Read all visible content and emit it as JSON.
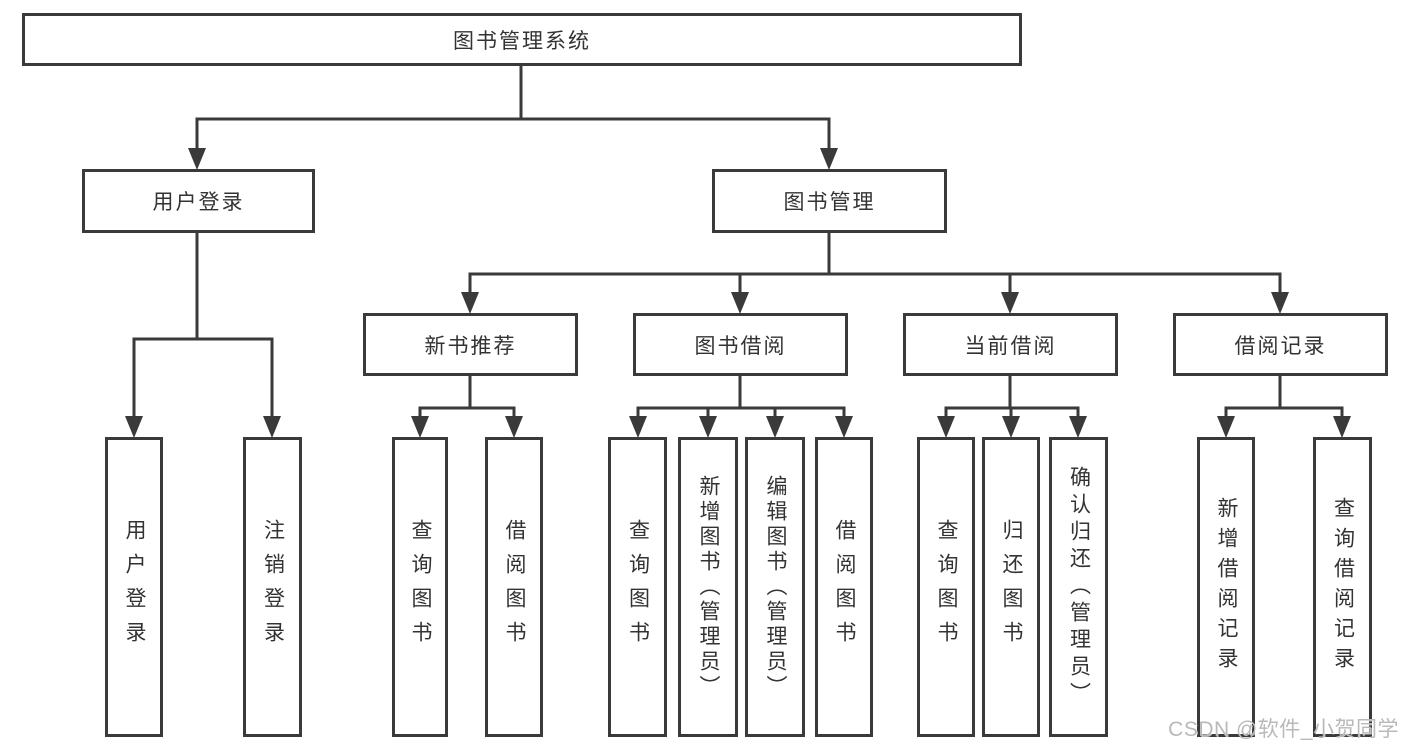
{
  "tree": {
    "root": "图书管理系统",
    "children": [
      {
        "label": "用户登录",
        "children": [
          "用户登录",
          "注销登录"
        ]
      },
      {
        "label": "图书管理",
        "children": [
          {
            "label": "新书推荐",
            "children": [
              "查询图书",
              "借阅图书"
            ]
          },
          {
            "label": "图书借阅",
            "children": [
              "查询图书",
              "新增图书（管理员）",
              "编辑图书（管理员）",
              "借阅图书"
            ]
          },
          {
            "label": "当前借阅",
            "children": [
              "查询图书",
              "归还图书",
              "确认归还（管理员）"
            ]
          },
          {
            "label": "借阅记录",
            "children": [
              "新增借阅记录",
              "查询借阅记录"
            ]
          }
        ]
      }
    ]
  },
  "colors": {
    "line": "#3a3a3a",
    "text": "#333333",
    "watermark": "#b9b9b9"
  },
  "watermark": {
    "text": "CSDN @软件_小贺同学"
  }
}
